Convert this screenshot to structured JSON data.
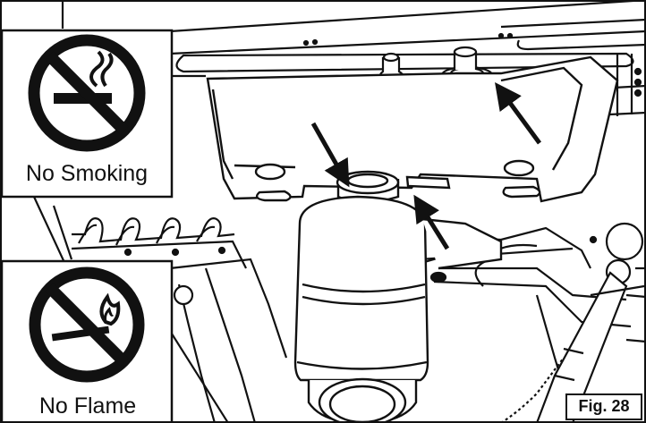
{
  "figure": {
    "label": "Fig. 28",
    "line_color": "#111111",
    "background": "#ffffff",
    "prohibition_color": "#111111"
  },
  "warnings": {
    "no_smoking": {
      "label": "No Smoking",
      "icon": "no-smoking-icon"
    },
    "no_flame": {
      "label": "No Flame",
      "icon": "no-flame-icon"
    }
  },
  "callouts": {
    "count": 3,
    "icon": "pointer-arrow-icon"
  }
}
